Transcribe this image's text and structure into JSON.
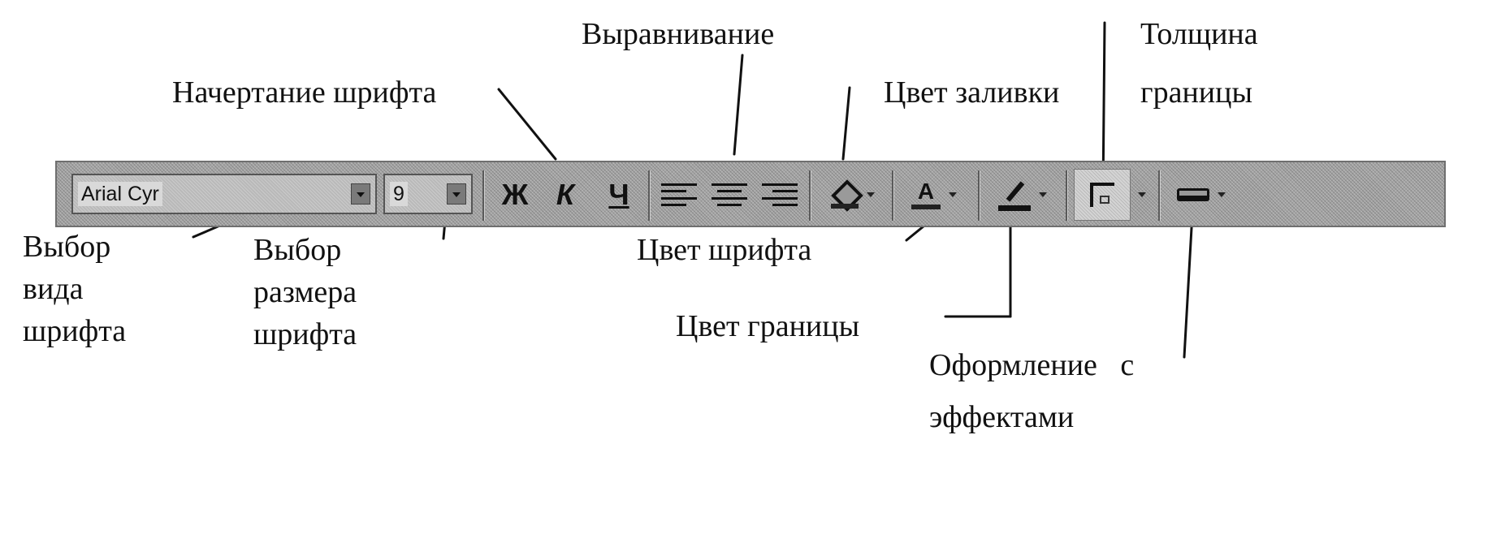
{
  "toolbar": {
    "font_name": {
      "value": "Arial Cyr"
    },
    "font_size": {
      "value": "9"
    },
    "style_buttons": [
      {
        "label": "Ж"
      },
      {
        "label": "К"
      },
      {
        "label": "Ч"
      }
    ],
    "font_color_glyph": "A"
  },
  "labels": {
    "alignment": "Выравнивание",
    "font_style": "Начертание шрифта",
    "fill_color": "Цвет заливки",
    "border_thickness": [
      "Толщина",
      "границы"
    ],
    "font_family_select": [
      "Выбор",
      "вида",
      "шрифта"
    ],
    "font_size_select": [
      "Выбор",
      "размера",
      "шрифта"
    ],
    "font_color": "Цвет шрифта",
    "border_color": "Цвет границы",
    "effects": [
      "Оформление   с",
      "эффектами"
    ]
  },
  "icons": {
    "align_left": "align-left-icon",
    "align_center": "align-center-icon",
    "align_right": "align-right-icon",
    "fill_color": "paint-bucket-icon",
    "font_color": "font-color-icon",
    "border_color": "pen-icon",
    "borders": "borders-icon",
    "effects": "effects-icon"
  }
}
